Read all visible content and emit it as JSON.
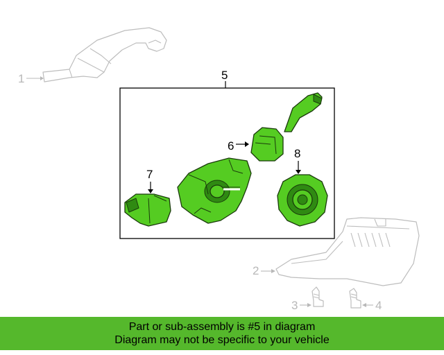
{
  "callouts": {
    "c1": "1",
    "c2": "2",
    "c3": "3",
    "c4": "4",
    "c5": "5",
    "c6": "6",
    "c7": "7",
    "c8": "8"
  },
  "banner": {
    "line1": "Part or sub-assembly is #5 in diagram",
    "line2": "Diagram may not be specific to your vehicle"
  },
  "colors": {
    "highlight": "#55cc22",
    "banner": "#55b82c",
    "ghost": "#bdbdbd"
  }
}
